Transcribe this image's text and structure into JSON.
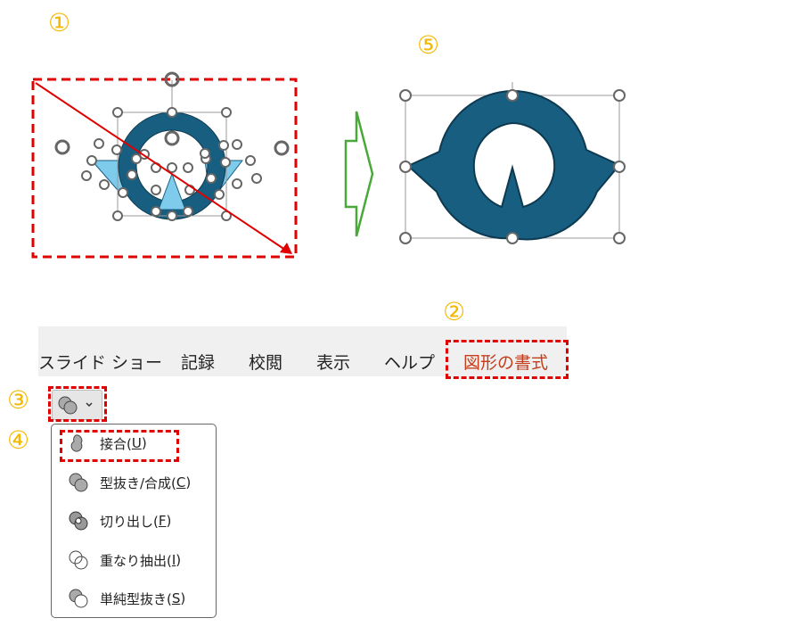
{
  "annotations": [
    "①",
    "②",
    "③",
    "④",
    "⑤"
  ],
  "ribbon": {
    "tabs": [
      "スライド ショー",
      "記録",
      "校閲",
      "表示",
      "ヘルプ",
      "図形の書式"
    ]
  },
  "merge_menu": {
    "items": [
      {
        "label": "接合(",
        "key": "U",
        "end": ")",
        "icon": "union-icon"
      },
      {
        "label": "型抜き/合成(",
        "key": "C",
        "end": ")",
        "icon": "combine-icon"
      },
      {
        "label": "切り出し(",
        "key": "F",
        "end": ")",
        "icon": "fragment-icon"
      },
      {
        "label": "重なり抽出(",
        "key": "I",
        "end": ")",
        "icon": "intersect-icon"
      },
      {
        "label": "単純型抜き(",
        "key": "S",
        "end": ")",
        "icon": "subtract-icon"
      }
    ]
  },
  "colors": {
    "shape": "#175e80",
    "light": "#7ecbec",
    "accent": "#f5b800",
    "red": "#e00000",
    "arrow": "#4aa83a"
  }
}
